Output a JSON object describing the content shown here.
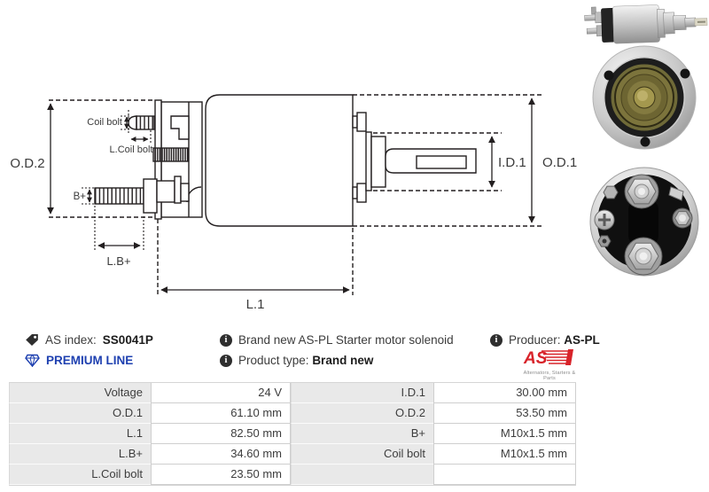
{
  "diagram": {
    "dim_od2": "O.D.2",
    "dim_coil_bolt": "Coil bolt",
    "dim_l_coil_bolt": "L.Coil bolt",
    "dim_b_plus": "B+",
    "dim_l_b_plus": "L.B+",
    "dim_l1": "L.1",
    "dim_id1": "I.D.1",
    "dim_od1": "O.D.1"
  },
  "photos": {
    "side_view": "solenoid-side-view-photo",
    "front_view": "solenoid-front-flange-photo",
    "rear_view": "solenoid-rear-terminals-photo"
  },
  "info": {
    "as_index_label": "AS index:",
    "as_index_value": "SS0041P",
    "premium_line": "PREMIUM LINE",
    "description": "Brand new AS-PL Starter motor solenoid",
    "product_type_label": "Product type:",
    "product_type_value": "Brand new",
    "producer_label": "Producer:",
    "producer_value": "AS-PL",
    "logo_text": "AS",
    "logo_tagline": "Alternators, Starters & Parts"
  },
  "specs": {
    "left": [
      {
        "label": "Voltage",
        "value": "24 V"
      },
      {
        "label": "O.D.1",
        "value": "61.10 mm"
      },
      {
        "label": "L.1",
        "value": "82.50 mm"
      },
      {
        "label": "L.B+",
        "value": "34.60 mm"
      },
      {
        "label": "L.Coil bolt",
        "value": "23.50 mm"
      }
    ],
    "right": [
      {
        "label": "I.D.1",
        "value": "30.00 mm"
      },
      {
        "label": "O.D.2",
        "value": "53.50 mm"
      },
      {
        "label": "B+",
        "value": "M10x1.5 mm"
      },
      {
        "label": "Coil bolt",
        "value": "M10x1.5 mm"
      },
      {
        "label": "",
        "value": ""
      }
    ]
  },
  "colors": {
    "premium_blue": "#1e40b0",
    "logo_red": "#d8232a",
    "line_color": "#231f20",
    "table_label_bg": "#e9e9e9",
    "table_border": "#cfcfcf"
  }
}
